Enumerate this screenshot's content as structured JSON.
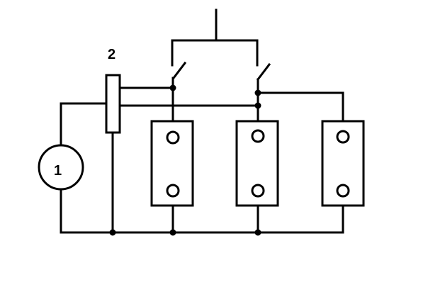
{
  "labels": {
    "source": "1",
    "device": "2"
  },
  "colors": {
    "ink": "#000000",
    "background": "#ffffff"
  },
  "switches": [
    "open",
    "open"
  ],
  "icons": [
    "voltage-source-icon",
    "switch-icon",
    "socket-outlet-icon",
    "junction-dot-icon"
  ]
}
